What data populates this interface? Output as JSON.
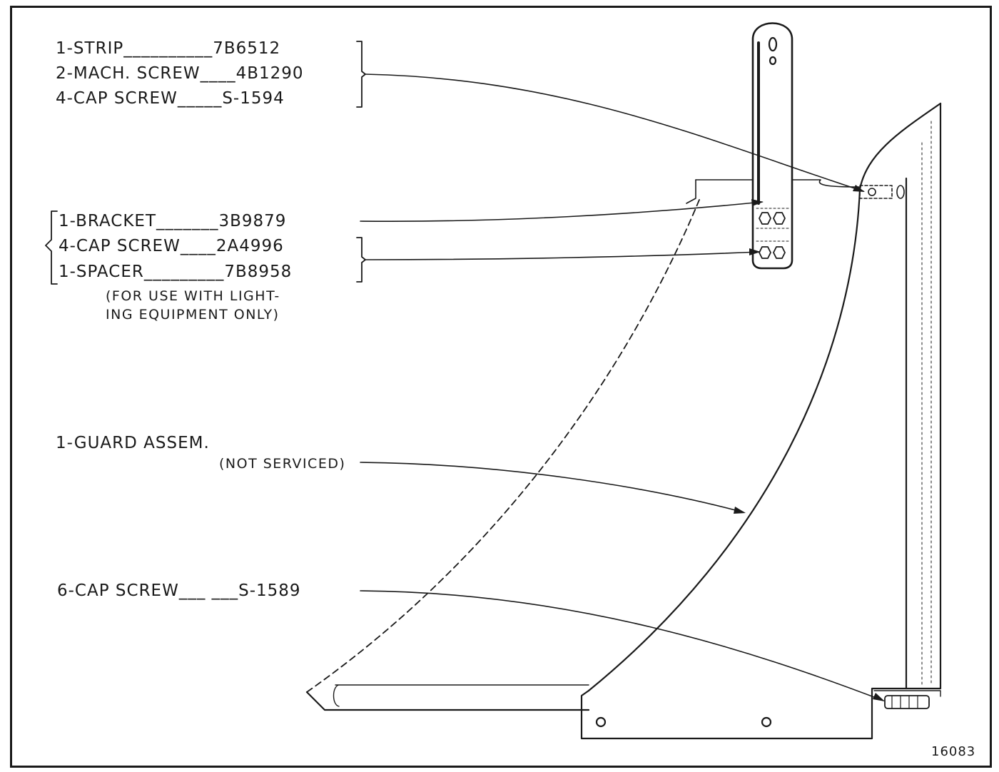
{
  "callouts": {
    "strip": "1-STRIP__________7B6512",
    "mach_screw": "2-MACH. SCREW____4B1290",
    "cap_screw_s1594": "4-CAP SCREW_____S-1594",
    "bracket": "1-BRACKET_______3B9879",
    "cap_screw_2a4996": "4-CAP SCREW____2A4996",
    "spacer": "1-SPACER_________7B8958",
    "lighting_note_1": "(FOR USE WITH LIGHT-",
    "lighting_note_2": "ING EQUIPMENT ONLY)",
    "guard": "1-GUARD ASSEM.",
    "guard_note": "(NOT SERVICED)",
    "cap_screw_s1589": "6-CAP SCREW___ ___S-1589"
  },
  "figure_number": "16083",
  "colors": {
    "ink": "#1a1a1a",
    "paper": "#ffffff"
  }
}
